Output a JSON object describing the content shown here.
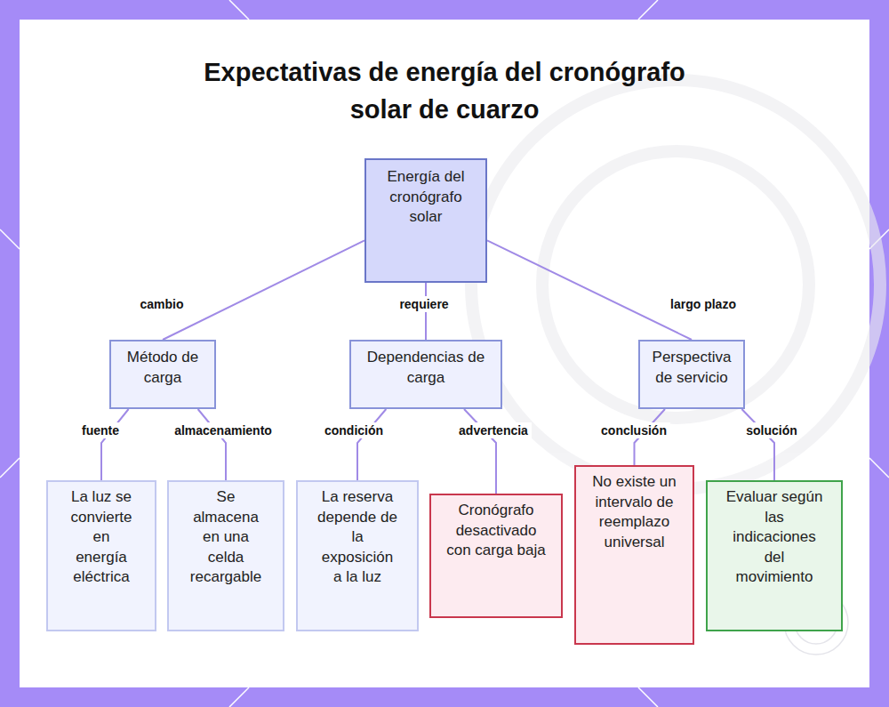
{
  "diagram": {
    "title": "Expectativas de energía del cronógrafo solar de cuarzo",
    "nodes": [
      {
        "text": [
          "Energía del cronógrafo solar"
        ]
      },
      {
        "text": [
          "Método de carga"
        ]
      },
      {
        "text": [
          "Dependencias de carga"
        ]
      },
      {
        "text": [
          "Perspectiva de servicio"
        ]
      },
      {
        "text": [
          "La luz se convierte en energía eléctrica"
        ]
      },
      {
        "text": [
          "Se almacena en una celda recargable"
        ]
      },
      {
        "text": [
          "La reserva depende de la exposición a la luz"
        ]
      },
      {
        "text": [
          "Cronógrafo desactivado con carga baja"
        ]
      },
      {
        "text": [
          "No existe un intervalo de reemplazo universal"
        ]
      },
      {
        "text": [
          "Evaluar según las indicaciones del movimiento"
        ]
      }
    ],
    "edges": [
      {
        "from": 0,
        "to": 1,
        "arrow": "none",
        "label": "cambio"
      },
      {
        "from": 0,
        "to": 2,
        "arrow": "none",
        "label": "requiere"
      },
      {
        "from": 0,
        "to": 3,
        "arrow": "none",
        "label": "largo plazo"
      },
      {
        "from": 1,
        "to": 4,
        "arrow": "none",
        "label": "fuente"
      },
      {
        "from": 1,
        "to": 5,
        "arrow": "none",
        "label": "almacenamiento"
      },
      {
        "from": 2,
        "to": 6,
        "arrow": "none",
        "label": "condición"
      },
      {
        "from": 2,
        "to": 7,
        "arrow": "none",
        "label": "advertencia"
      },
      {
        "from": 3,
        "to": 8,
        "arrow": "none",
        "label": "conclusión"
      },
      {
        "from": 3,
        "to": 9,
        "arrow": "none",
        "label": "solución"
      }
    ]
  }
}
